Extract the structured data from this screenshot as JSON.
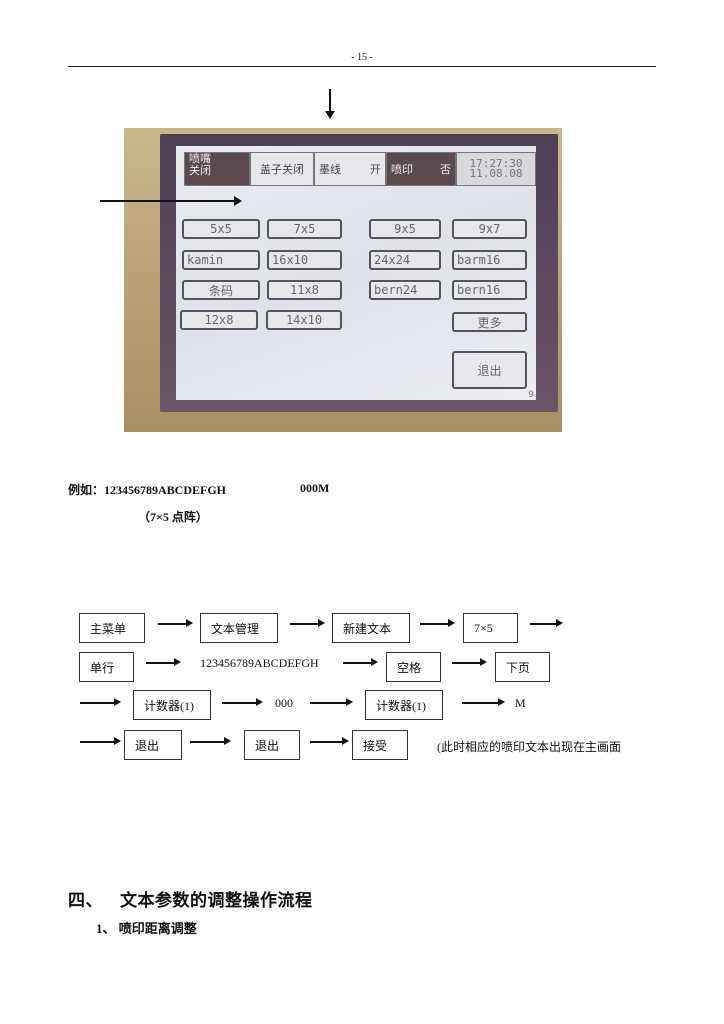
{
  "page": {
    "number": "- 15 -"
  },
  "device_screen": {
    "status_bar": {
      "nozzle_line1": "喷嘴",
      "nozzle_line2": "关闭",
      "cap": "盖子关闭",
      "ink_label": "墨线",
      "ink_value": "开",
      "print_label": "喷印",
      "print_value": "否",
      "time": "17:27:30",
      "date": "11.08.08"
    },
    "font_buttons": [
      {
        "label": "5x5"
      },
      {
        "label": "7x5"
      },
      {
        "label": "9x5"
      },
      {
        "label": "9x7"
      },
      {
        "label": "kamin"
      },
      {
        "label": "16x10"
      },
      {
        "label": "24x24"
      },
      {
        "label": "barm16"
      },
      {
        "label": "条码"
      },
      {
        "label": "11x8"
      },
      {
        "label": "bern24"
      },
      {
        "label": "bern16"
      },
      {
        "label": "12x8"
      },
      {
        "label": "14x10"
      },
      {
        "label": "更多"
      }
    ],
    "exit_label": "退出",
    "page_indicator": "9"
  },
  "example": {
    "label": "例如：123456789ABCDEFGH",
    "value": "000M",
    "note": "（7×5 点阵）"
  },
  "flow": {
    "row1": [
      "主菜单",
      "文本管理",
      "新建文本",
      "7×5"
    ],
    "row2": {
      "box1": "单行",
      "text": "123456789ABCDEFGH",
      "box2": "空格",
      "box3": "下页"
    },
    "row3": {
      "box1": "计数器(1)",
      "text1": "000",
      "box2": "计数器(1)",
      "text2": "M"
    },
    "row4": {
      "box1": "退出",
      "box2": "退出",
      "box3": "接受",
      "note": "(此时相应的喷印文本出现在主画面"
    }
  },
  "section": {
    "number": "四、",
    "title": "文本参数的调整操作流程",
    "subsection": "1、 喷印距离调整"
  }
}
